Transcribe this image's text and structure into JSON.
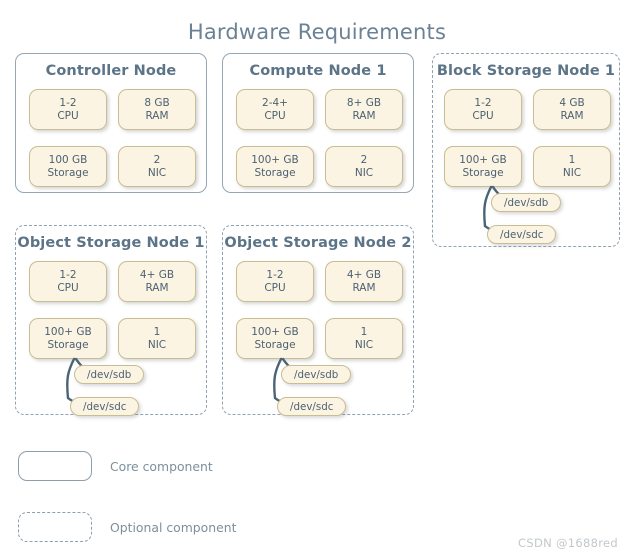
{
  "page": {
    "title": "Hardware Requirements",
    "watermark": "CSDN @1688red",
    "accent_border_core": "#93a7b5",
    "accent_border_optional": "#8fa3b1",
    "spec_fill": "#fbf4e2",
    "spec_border": "#c9bd93",
    "text_color": "#4d6172",
    "title_color": "#6b8294",
    "connector_color": "#4a6375"
  },
  "nodes": [
    {
      "title": "Controller Node",
      "kind": "core",
      "specs": [
        {
          "amount": "1-2",
          "unit": "CPU"
        },
        {
          "amount": "8 GB",
          "unit": "RAM"
        },
        {
          "amount": "100 GB",
          "unit": "Storage"
        },
        {
          "amount": "2",
          "unit": "NIC"
        }
      ],
      "devices": []
    },
    {
      "title": "Compute Node 1",
      "kind": "core",
      "specs": [
        {
          "amount": "2-4+",
          "unit": "CPU"
        },
        {
          "amount": "8+ GB",
          "unit": "RAM"
        },
        {
          "amount": "100+ GB",
          "unit": "Storage"
        },
        {
          "amount": "2",
          "unit": "NIC"
        }
      ],
      "devices": []
    },
    {
      "title": "Block Storage Node 1",
      "kind": "optional",
      "specs": [
        {
          "amount": "1-2",
          "unit": "CPU"
        },
        {
          "amount": "4 GB",
          "unit": "RAM"
        },
        {
          "amount": "100+ GB",
          "unit": "Storage"
        },
        {
          "amount": "1",
          "unit": "NIC"
        }
      ],
      "devices": [
        "/dev/sdb",
        "/dev/sdc"
      ]
    },
    {
      "title": "Object Storage Node 1",
      "kind": "optional",
      "specs": [
        {
          "amount": "1-2",
          "unit": "CPU"
        },
        {
          "amount": "4+ GB",
          "unit": "RAM"
        },
        {
          "amount": "100+ GB",
          "unit": "Storage"
        },
        {
          "amount": "1",
          "unit": "NIC"
        }
      ],
      "devices": [
        "/dev/sdb",
        "/dev/sdc"
      ]
    },
    {
      "title": "Object Storage Node 2",
      "kind": "optional",
      "specs": [
        {
          "amount": "1-2",
          "unit": "CPU"
        },
        {
          "amount": "4+ GB",
          "unit": "RAM"
        },
        {
          "amount": "100+ GB",
          "unit": "Storage"
        },
        {
          "amount": "1",
          "unit": "NIC"
        }
      ],
      "devices": [
        "/dev/sdb",
        "/dev/sdc"
      ]
    }
  ],
  "legend": [
    {
      "kind": "core",
      "label": "Core component"
    },
    {
      "kind": "optional",
      "label": "Optional component"
    }
  ]
}
